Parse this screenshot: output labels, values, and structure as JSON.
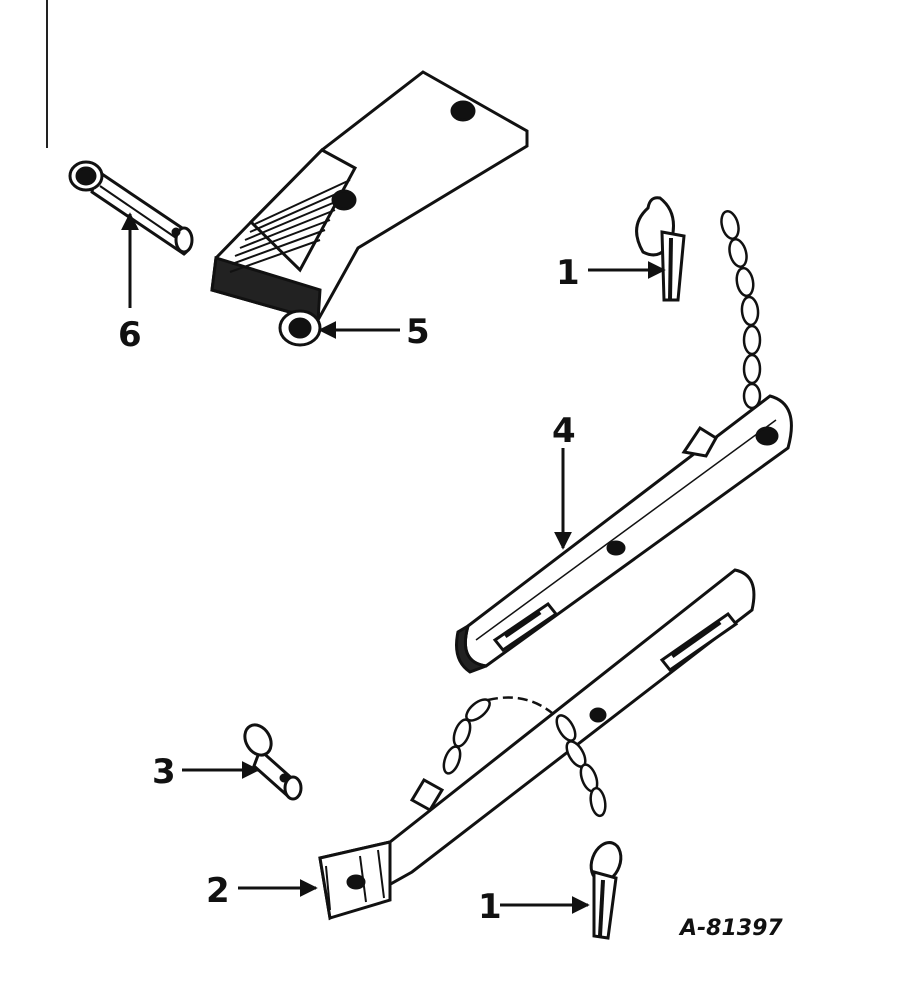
{
  "figure_id": "A-81397",
  "callouts": {
    "c1_top": "1",
    "c1_bottom": "1",
    "c2": "2",
    "c3": "3",
    "c4": "4",
    "c5": "5",
    "c6": "6"
  },
  "parts": [
    {
      "number": "1",
      "name": "lynch-pin"
    },
    {
      "number": "2",
      "name": "lower-link-bar"
    },
    {
      "number": "3",
      "name": "short-pin"
    },
    {
      "number": "4",
      "name": "upper-link-bar"
    },
    {
      "number": "5",
      "name": "hitch-bracket"
    },
    {
      "number": "6",
      "name": "clevis-pin"
    }
  ]
}
